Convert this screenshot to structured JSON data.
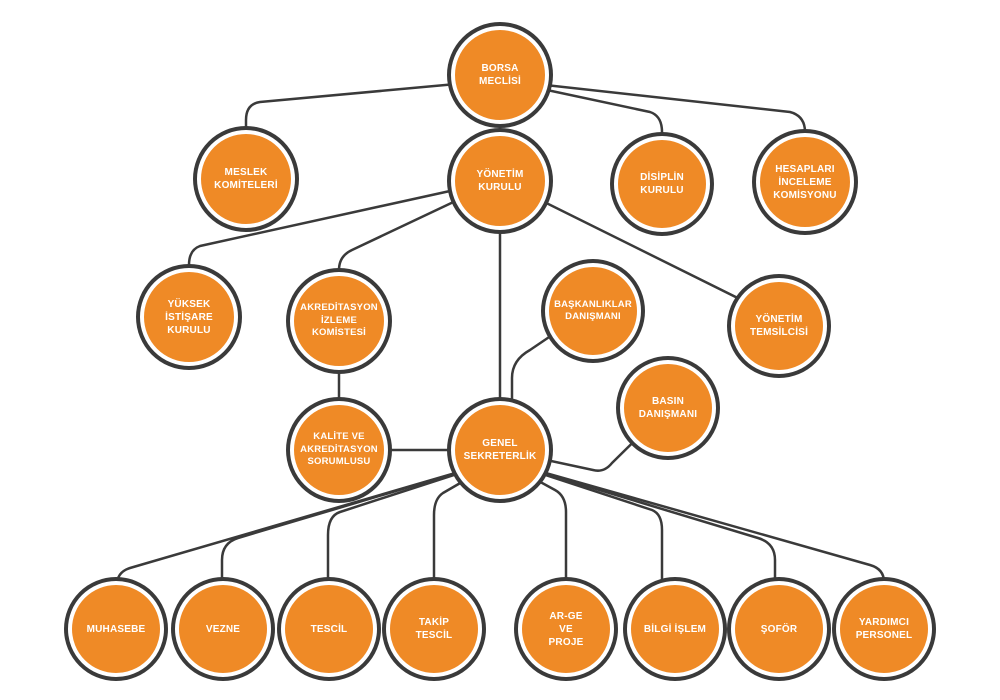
{
  "colors": {
    "node_fill": "#ef8a26",
    "node_ring": "#3a3a3a",
    "connector": "#3a3a3a",
    "text": "#ffffff"
  },
  "nodes": {
    "borsa_meclisi": "BORSA\nMECLİSİ",
    "meslek_komiteleri": "MESLEK\nKOMİTELERİ",
    "yonetim_kurulu": "YÖNETİM\nKURULU",
    "disiplin_kurulu": "DİSİPLİN\nKURULU",
    "hesaplari_inceleme": "HESAPLARI\nİNCELEME\nKOMİSYONU",
    "yuksek_istisare": "YÜKSEK\nİSTİŞARE\nKURULU",
    "akreditasyon_izleme": "AKREDİTASYON\nİZLEME\nKOMİSTESİ",
    "baskanliklar_danismani": "BAŞKANLIKLAR\nDANIŞMANI",
    "yonetim_temsilcisi": "YÖNETİM\nTEMSİLCİSİ",
    "basin_danismani": "BASIN\nDANIŞMANI",
    "kalite_akreditasyon": "KALİTE VE\nAKREDİTASYON\nSORUMLUSU",
    "genel_sekreterlik": "GENEL\nSEKRETERLİK",
    "muhasebe": "MUHASEBE",
    "vezne": "VEZNE",
    "tescil": "TESCİL",
    "takip_tescil": "TAKİP\nTESCİL",
    "arge_proje": "AR-GE\nVE\nPROJE",
    "bilgi_islem": "BİLGİ İŞLEM",
    "sofor": "ŞOFÖR",
    "yardimci_personel": "YARDIMCI\nPERSONEL"
  }
}
